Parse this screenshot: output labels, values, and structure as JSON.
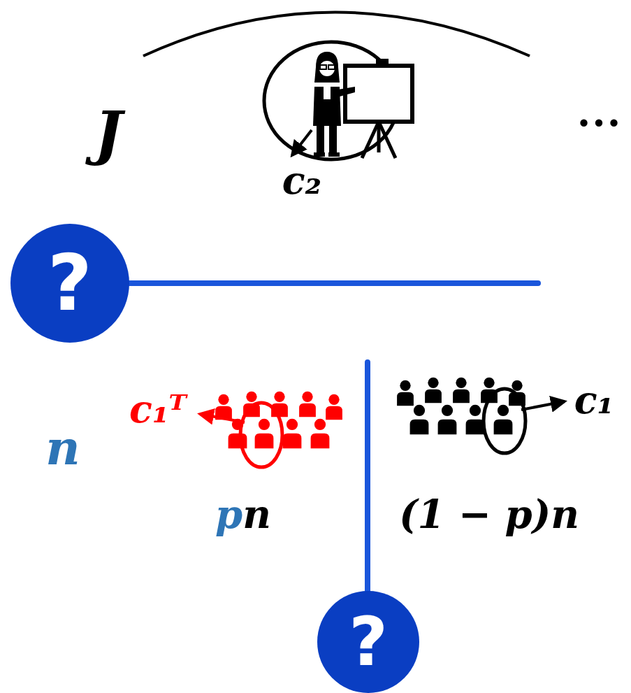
{
  "diagram": {
    "nodes": [
      {
        "text": [
          "?"
        ]
      },
      {
        "text": [
          "?"
        ]
      }
    ],
    "labels": [
      "J",
      "c₂",
      "...",
      "c₁ᵀ",
      "c₁",
      "n",
      "pn",
      "(1 − p)n"
    ]
  }
}
